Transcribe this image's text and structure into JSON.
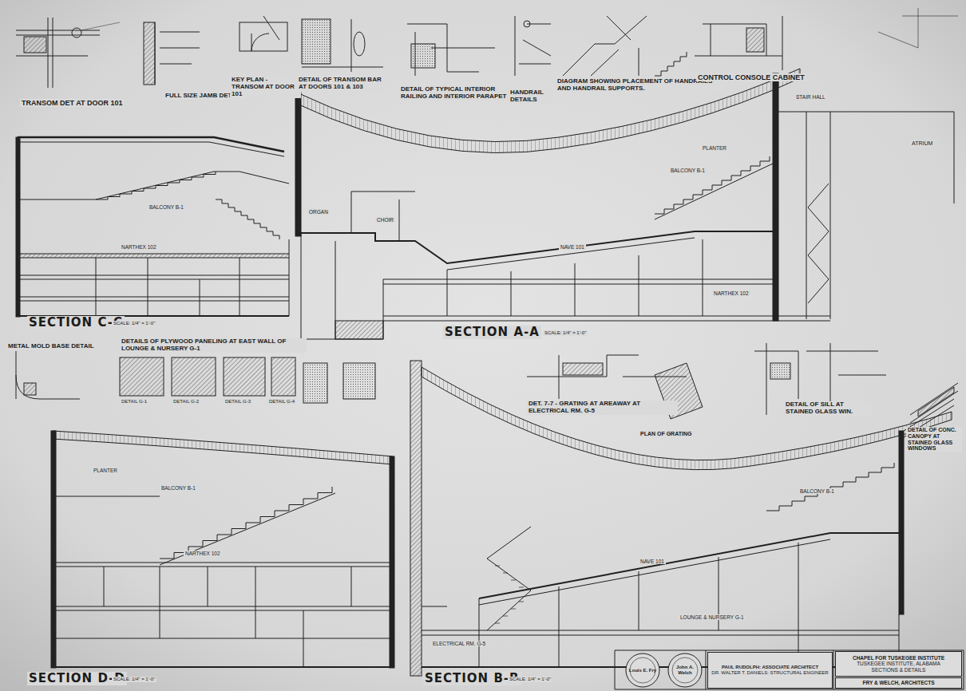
{
  "diagram": {
    "nodes": [
      {
        "text": [
          "Louis E. Fry"
        ]
      },
      {
        "text": [
          "John A. Welch"
        ]
      },
      {
        "text": [
          "PAUL RUDOLPH: ASSOCIATE ARCHITECT",
          "DR. WALTER T. DANIELS: STRUCTURAL ENGINEER"
        ]
      },
      {
        "text": [
          "CHAPEL FOR TUSKEGEE INSTITUTE",
          "TUSKEGEE INSTITUTE, ALABAMA",
          "SECTIONS & DETAILS"
        ]
      },
      {
        "text": [
          "FRY & WELCH, ARCHITECTS"
        ]
      }
    ],
    "edges": [],
    "labels": [
      "TRANSOM DET AT DOOR 101",
      "FULL SIZE JAMB DETAIL",
      "KEY PLAN - TRANSOM AT DOOR 101",
      "DETAIL OF TRANSOM BAR AT DOORS 101 & 103",
      "DETAIL OF TYPICAL INTERIOR RAILING AND INTERIOR PARAPET",
      "HANDRAIL DETAILS",
      "DIAGRAM SHOWING PLACEMENT OF HANDRAILS AND HANDRAIL SUPPORTS.",
      "CONTROL CONSOLE CABINET",
      "SECTION C-C",
      "SECTION A-A",
      "METAL MOLD BASE DETAIL",
      "DETAILS OF PLYWOOD PANELING AT EAST WALL OF LOUNGE & NURSERY G-1",
      "DETAIL G-1",
      "DETAIL G-2",
      "DETAIL G-3",
      "DETAIL G-4",
      "DET. 7-7 - GRATING AT AREAWAY AT ELECTRICAL RM. G-5",
      "PLAN OF GRATING",
      "DETAIL OF SILL AT STAINED GLASS WIN.",
      "DETAIL OF CONC. CANOPY AT STAINED GLASS WINDOWS",
      "SECTION D-D",
      "SECTION B-B",
      "NAVE 101",
      "NARTHEX 102",
      "NARTHEX 102",
      "BALCONY B-1",
      "ATRIUM",
      "STAIR HALL",
      "CHOIR",
      "ORGAN",
      "BALCONY B-1",
      "BALCONY B-1",
      "NARTHEX 102",
      "BALCONY B-1",
      "NAVE 101",
      "ELECTRICAL RM. G-5",
      "LOUNGE & NURSERY G-1",
      "PLANTER",
      "PLANTER",
      "SCALE: 1/4\" = 1'-0\"",
      "SCALE: 1/4\" = 1'-0\"",
      "SCALE: 1/4\" = 1'-0\"",
      "SCALE: 1/4\" = 1'-0\""
    ]
  }
}
